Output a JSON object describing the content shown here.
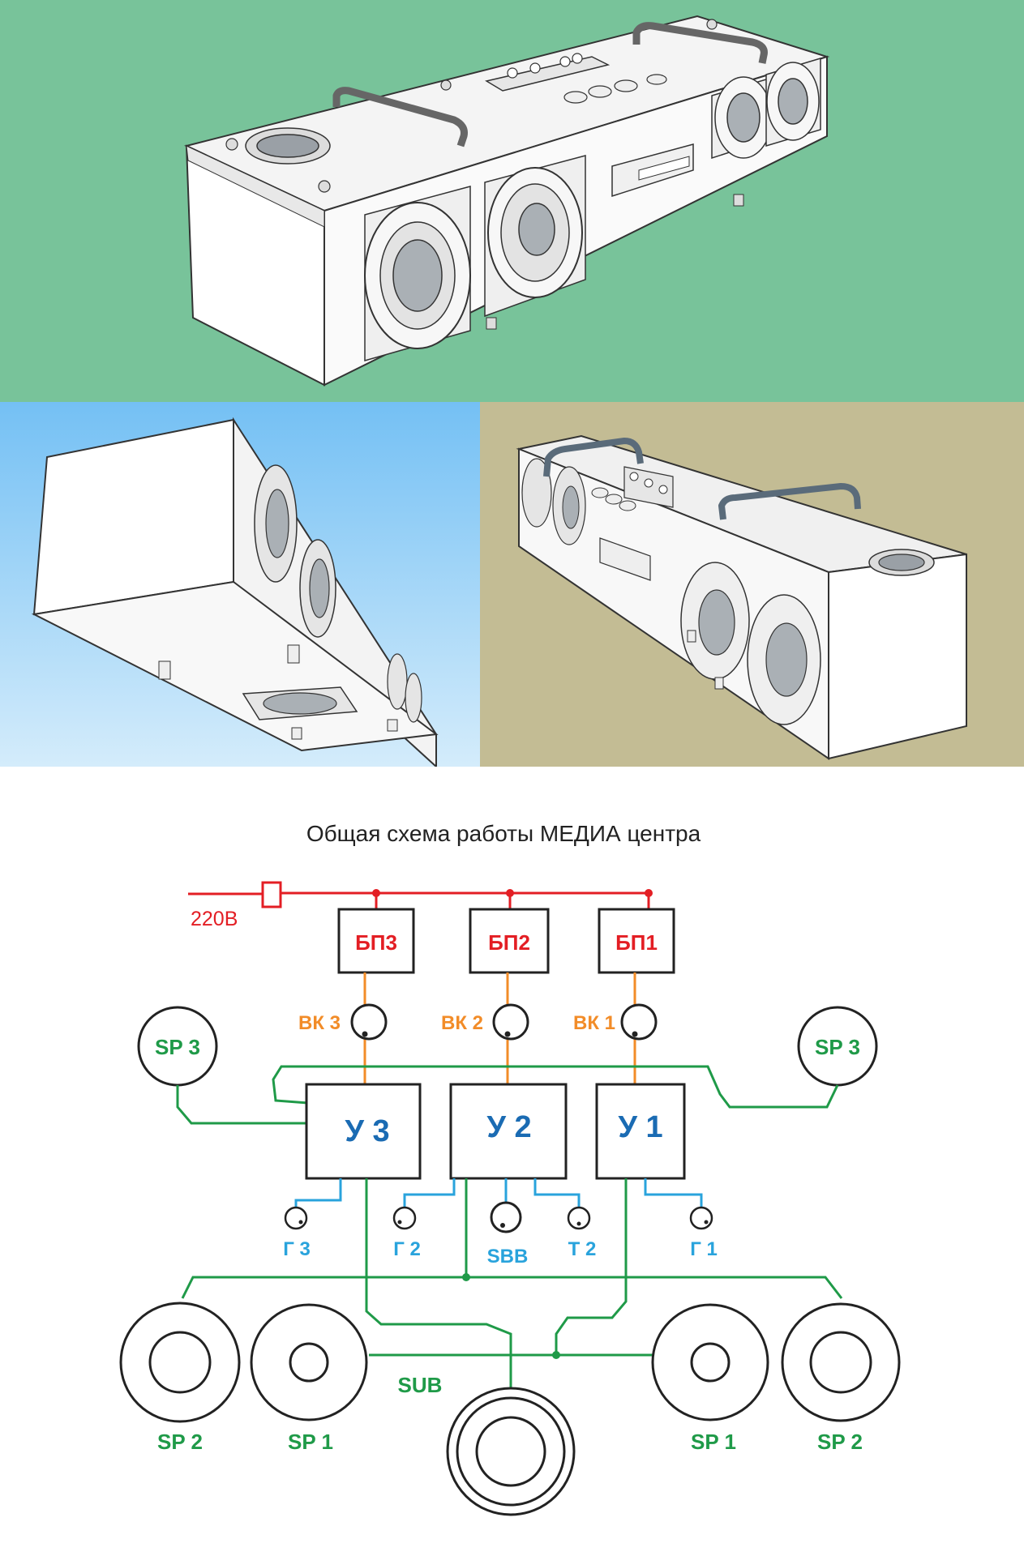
{
  "schema": {
    "title": "Общая схема работы МЕДИА центра",
    "input_label": "220В",
    "psu": [
      "БП3",
      "БП2",
      "БП1"
    ],
    "volume": [
      "ВК 3",
      "ВК 2",
      "ВК 1"
    ],
    "amplifiers": [
      "У 3",
      "У 2",
      "У 1"
    ],
    "tone_controls": [
      "Г 3",
      "Г 2",
      "SBB",
      "Т 2",
      "Г 1"
    ],
    "speakers_top": [
      "SP 3",
      "SP 3"
    ],
    "speakers_bottom": [
      "SP 2",
      "SP 1",
      "SP 1",
      "SP 2"
    ],
    "sub_label": "SUB",
    "colors": {
      "power": "#e31e24",
      "control": "#f28c28",
      "amp_text": "#1a6bb3",
      "tone": "#29a3dc",
      "speaker": "#1f9a48",
      "panel_top_bg": "#78c39a",
      "panel_bl_bg_top": "#74c0f4",
      "panel_bl_bg_bottom": "#d4ecfb",
      "panel_br_bg": "#c3bc94"
    }
  },
  "renders": {
    "icons": [
      "media-center-front-render",
      "media-center-bottom-render",
      "media-center-back-render"
    ]
  }
}
